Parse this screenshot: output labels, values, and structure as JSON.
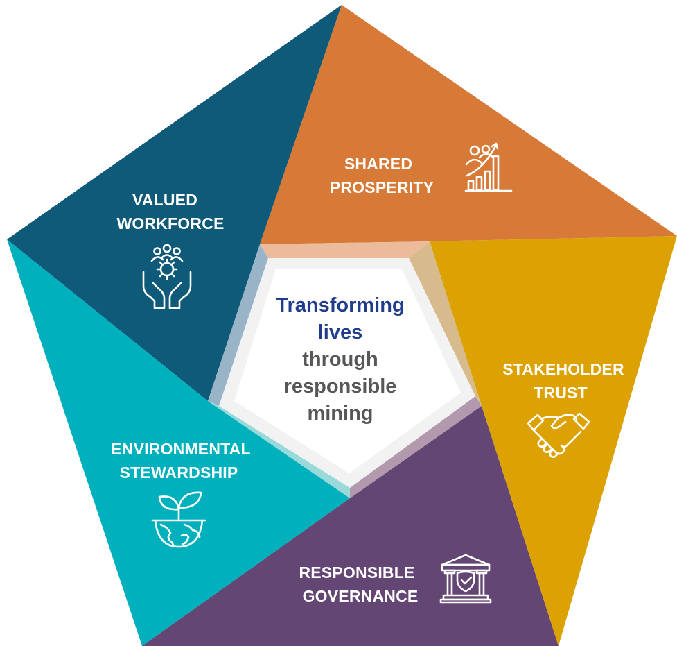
{
  "center": {
    "line1": "Transforming",
    "line2": "lives",
    "line3": "through",
    "line4": "responsible",
    "line5": "mining"
  },
  "segments": [
    {
      "id": "valued-workforce",
      "line1": "VALUED",
      "line2": "WORKFORCE",
      "color": "#0f5a78",
      "icon": "people-gear-hands-icon"
    },
    {
      "id": "shared-prosperity",
      "line1": "SHARED",
      "line2": "PROSPERITY",
      "color": "#d77a38",
      "icon": "growth-chart-people-icon"
    },
    {
      "id": "stakeholder-trust",
      "line1": "STAKEHOLDER",
      "line2": "TRUST",
      "color": "#dca103",
      "icon": "handshake-icon"
    },
    {
      "id": "responsible-governance",
      "line1": "RESPONSIBLE",
      "line2": "GOVERNANCE",
      "color": "#634673",
      "icon": "institution-shield-icon"
    },
    {
      "id": "environmental-stewardship",
      "line1": "ENVIRONMENTAL",
      "line2": "STEWARDSHIP",
      "color": "#00b0bd",
      "icon": "earth-sprout-icon"
    }
  ]
}
